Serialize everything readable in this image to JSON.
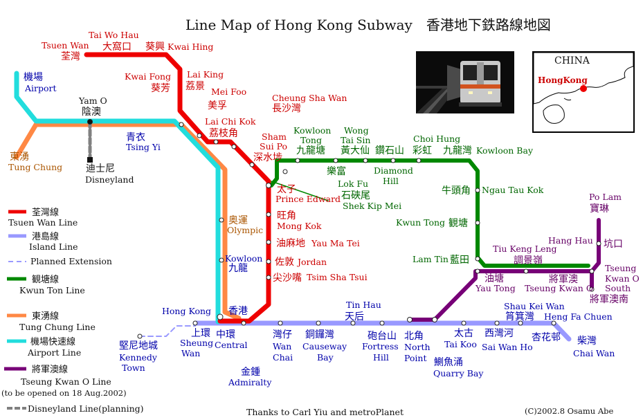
{
  "title": "Line Map of Hong Kong Subway　香港地下鉄路線地図",
  "credits": "Thanks to Carl Yiu and metroPlanet",
  "copyright": "(C)2002.8  Osamu Abe",
  "inset_map": {
    "country": "CHINA",
    "city": "HongKong"
  },
  "colors": {
    "tsuen_wan": "#ee0000",
    "island": "#9999ff",
    "kwun_tong": "#008800",
    "tung_chung": "#ff8844",
    "airport": "#22dddd",
    "tseung_kwan_o": "#770077",
    "disneyland": "#808080",
    "label_red": "#cc0000",
    "label_blue": "#0000aa",
    "label_green": "#006600",
    "label_orange": "#aa5500",
    "label_purple": "#660066"
  },
  "legend": {
    "tsuen_wan": {
      "zh": "荃灣線",
      "en": "Tsuen Wan Line"
    },
    "island": {
      "zh": "港島線",
      "en": "Island Line"
    },
    "planned": {
      "en": "Planned Extension"
    },
    "kwun_tong": {
      "zh": "観塘線",
      "en": "Kwun Ton Line"
    },
    "tung_chung": {
      "zh": "東湧線",
      "en": "Tung Chung Line"
    },
    "airport": {
      "zh": "機場快速線",
      "en": "Airport Line"
    },
    "tseung_kwan_o": {
      "zh": "將軍澳線",
      "en": "Tseung Kwan O Line",
      "note": "(to be opened on 18 Aug.2002)"
    },
    "disneyland": {
      "en": "Disneyland Line(planning)"
    }
  },
  "stations": {
    "tsuen_wan": {
      "en": "Tsuen Wan",
      "zh": "荃灣"
    },
    "tai_wo_hau": {
      "en": "Tai Wo Hau",
      "zh": "大窩口"
    },
    "kwai_hing": {
      "en": "Kwai Hing",
      "zh": "葵興"
    },
    "kwai_fong": {
      "en": "Kwai Fong",
      "zh": "葵芳"
    },
    "lai_king": {
      "en": "Lai King",
      "zh": "荔景"
    },
    "mei_foo": {
      "en": "Mei Foo",
      "zh": "美孚"
    },
    "lai_chi_kok": {
      "en": "Lai Chi Kok",
      "zh": "荔枝角"
    },
    "cheung_sha_wan": {
      "en": "Cheung Sha Wan",
      "zh": "長沙灣"
    },
    "sham_shui_po": {
      "en1": "Sham",
      "en2": "Sui Po",
      "zh": "深水埗"
    },
    "prince_edward": {
      "en": "Prince Edward",
      "zh": "太子"
    },
    "mong_kok": {
      "en": "Mong Kok",
      "zh": "旺角"
    },
    "yau_ma_tei": {
      "en": "Yau Ma Tei",
      "zh": "油麻地"
    },
    "jordan": {
      "en": "Jordan",
      "zh": "佐敦"
    },
    "tsim_sha_tsui": {
      "en": "Tsim Sha Tsui",
      "zh": "尖沙嘴"
    },
    "airport": {
      "en": "Airport",
      "zh": "機場"
    },
    "yam_o": {
      "en": "Yam O",
      "zh": "陰澳"
    },
    "disneyland": {
      "en": "Disneyland",
      "zh": "迪士尼"
    },
    "tsing_yi": {
      "en": "Tsing Yi",
      "zh": "青衣"
    },
    "tung_chung": {
      "en": "Tung Chung",
      "zh": "東湧"
    },
    "olympic": {
      "en": "Olympic",
      "zh": "奥運"
    },
    "kowloon": {
      "en": "Kowloon",
      "zh": "九龍"
    },
    "hong_kong": {
      "en": "Hong Kong",
      "zh": "香港"
    },
    "kowloon_tong": {
      "en1": "Kowloon",
      "en2": "Tong",
      "zh": "九龍塘"
    },
    "wong_tai_sin": {
      "en1": "Wong",
      "en2": "Tai Sin",
      "zh": "黃大仙"
    },
    "lok_fu": {
      "en": "Lok Fu",
      "zh": "樂富"
    },
    "diamond_hill": {
      "en1": "Diamond",
      "en2": "Hill",
      "zh": "鑽石山"
    },
    "shek_kip_mei": {
      "en": "Shek Kip Mei",
      "zh": "石硤尾"
    },
    "choi_hung": {
      "en": "Choi Hung",
      "zh": "彩虹"
    },
    "kowloon_bay": {
      "en": "Kowloon Bay",
      "zh": "九龍灣"
    },
    "ngau_tau_kok": {
      "en": "Ngau Tau Kok",
      "zh": "牛頭角"
    },
    "kwun_tong": {
      "en": "Kwun Tong",
      "zh": "観塘"
    },
    "lam_tin": {
      "en": "Lam Tin",
      "zh": "藍田"
    },
    "yau_tong": {
      "en": "Yau Tong",
      "zh": "油塘"
    },
    "tiu_keng_leng": {
      "en": "Tiu Keng Leng",
      "zh": "調景嶺"
    },
    "tseung_kwan_o": {
      "en": "Tseung Kwan O",
      "zh": "將軍澳"
    },
    "hang_hau": {
      "en": "Hang Hau",
      "zh": "坑口"
    },
    "po_lam": {
      "en": "Po Lam",
      "zh": "寶琳"
    },
    "tko_south": {
      "en1": "Tseung",
      "en2": "Kwan O",
      "en3": "South",
      "zh": "將軍澳南"
    },
    "kennedy_town": {
      "en1": "Kennedy",
      "en2": "Town",
      "zh": "堅尼地城"
    },
    "sheung_wan": {
      "en1": "Sheung",
      "en2": "Wan",
      "zh": "上環"
    },
    "central": {
      "en": "Central",
      "zh": "中環"
    },
    "admiralty": {
      "en": "Admiralty",
      "zh": "金鍾"
    },
    "wan_chai": {
      "en1": "Wan",
      "en2": "Chai",
      "zh": "灣仔"
    },
    "causeway_bay": {
      "en1": "Causeway",
      "en2": "Bay",
      "zh": "銅鑼灣"
    },
    "tin_hau": {
      "en": "Tin Hau",
      "zh": "天后"
    },
    "fortress_hill": {
      "en1": "Fortress",
      "en2": "Hill",
      "zh": "砲台山"
    },
    "north_point": {
      "en1": "North",
      "en2": "Point",
      "zh": "北角"
    },
    "quarry_bay": {
      "en": "Quarry Bay",
      "zh": "鰂魚涌"
    },
    "tai_koo": {
      "en": "Tai Koo",
      "zh": "太古"
    },
    "sai_wan_ho": {
      "en": "Sai Wan Ho",
      "zh": "西灣河"
    },
    "shau_kei_wan": {
      "en": "Shau Kei Wan",
      "zh": "筲箕灣"
    },
    "heng_fa_chuen": {
      "en": "Heng Fa Chuen",
      "zh": "杏花邨"
    },
    "chai_wan": {
      "en": "Chai Wan",
      "zh": "柴灣"
    }
  }
}
